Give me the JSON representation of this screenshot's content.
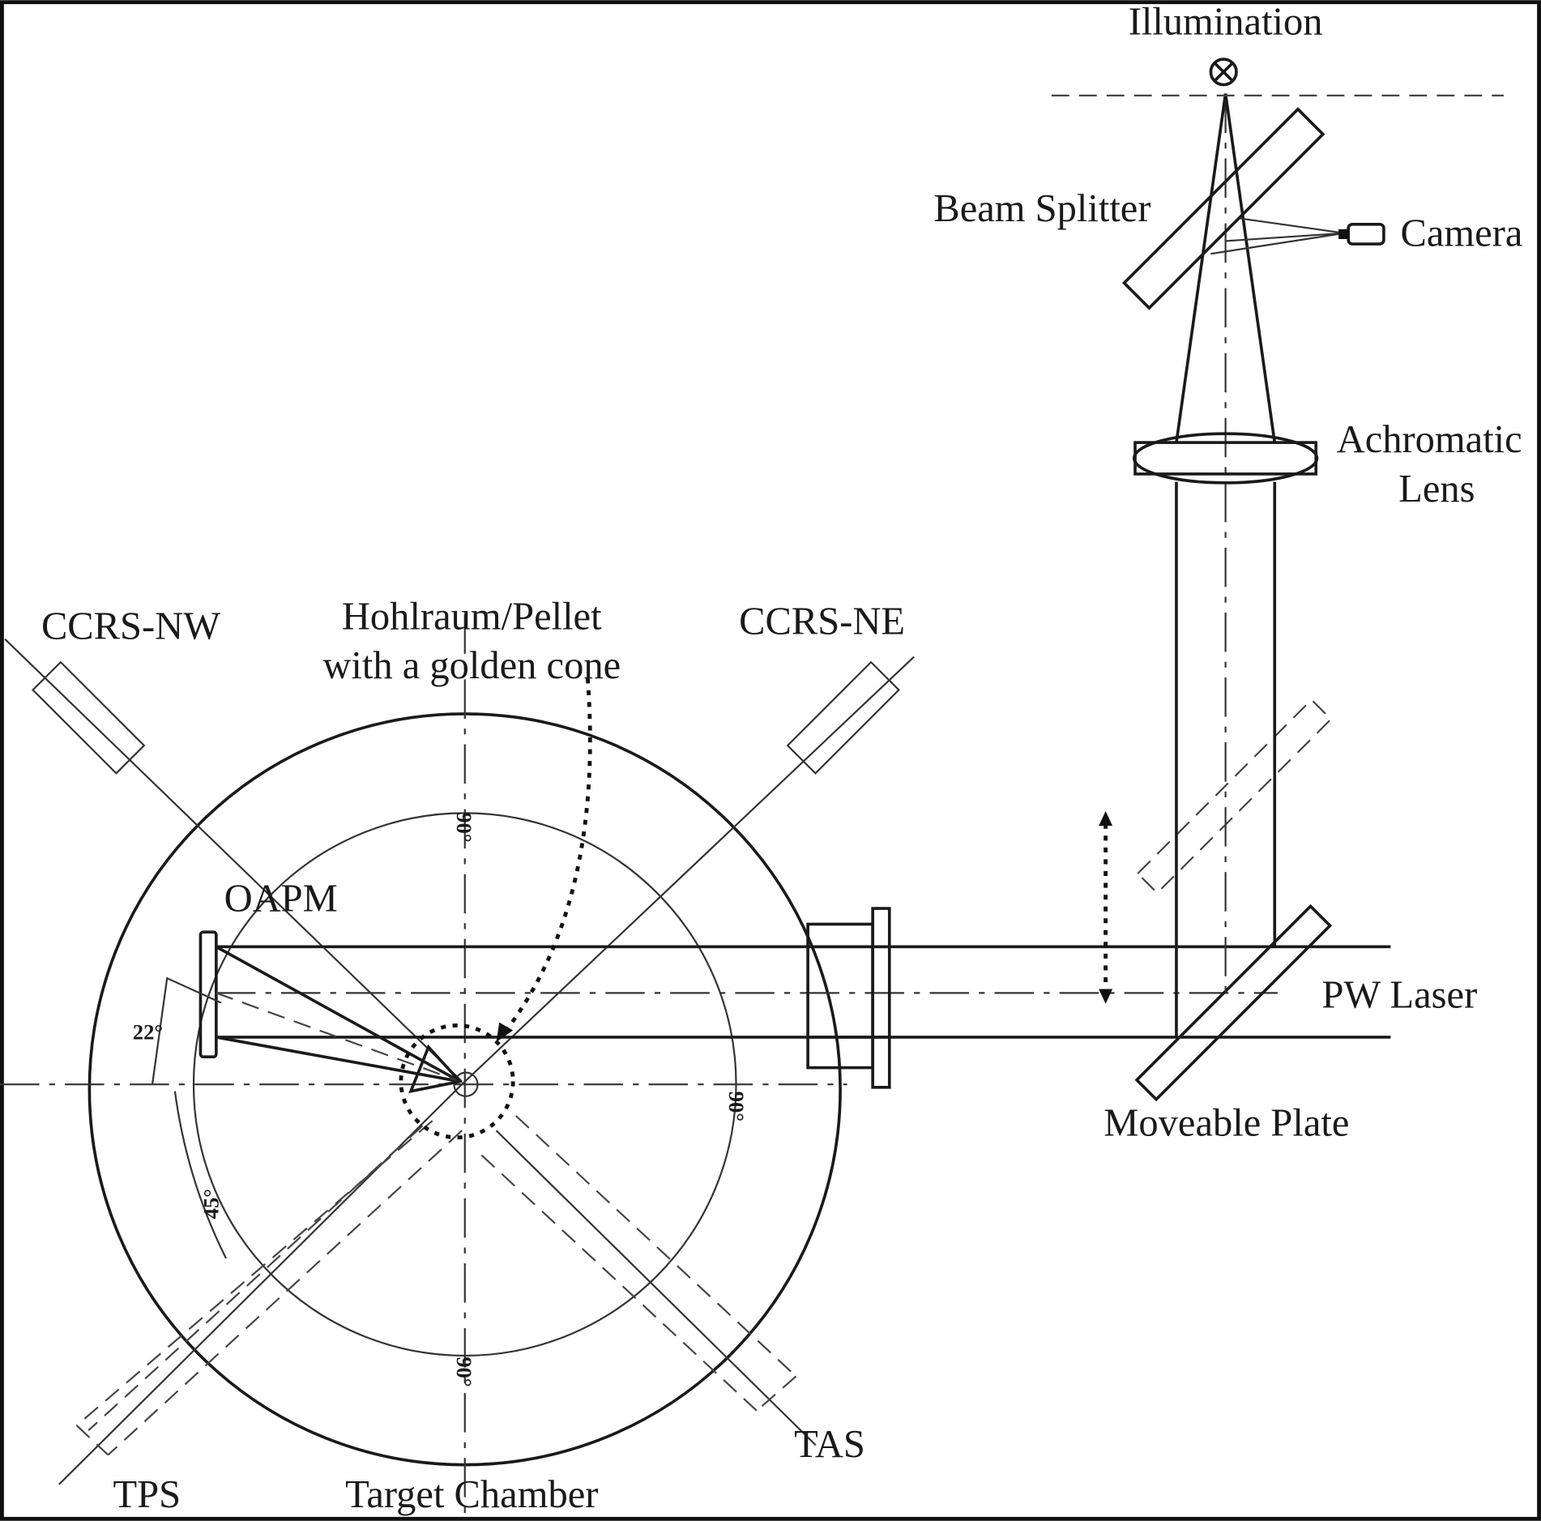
{
  "labels": {
    "illumination": "Illumination",
    "beam_splitter": "Beam Splitter",
    "camera": "Camera",
    "achromatic_lens_1": "Achromatic",
    "achromatic_lens_2": "Lens",
    "ccrs_nw": "CCRS-NW",
    "ccrs_ne": "CCRS-NE",
    "hohlraum_1": "Hohlraum/Pellet",
    "hohlraum_2": "with a golden cone",
    "oapm": "OAPM",
    "pw_laser": "PW Laser",
    "moveable_plate": "Moveable Plate",
    "tas": "TAS",
    "tps": "TPS",
    "target_chamber": "Target Chamber"
  },
  "angles": {
    "a22": "22°",
    "a45": "45°",
    "top90": "90°",
    "right90": "90°",
    "bottom90": "90°"
  }
}
